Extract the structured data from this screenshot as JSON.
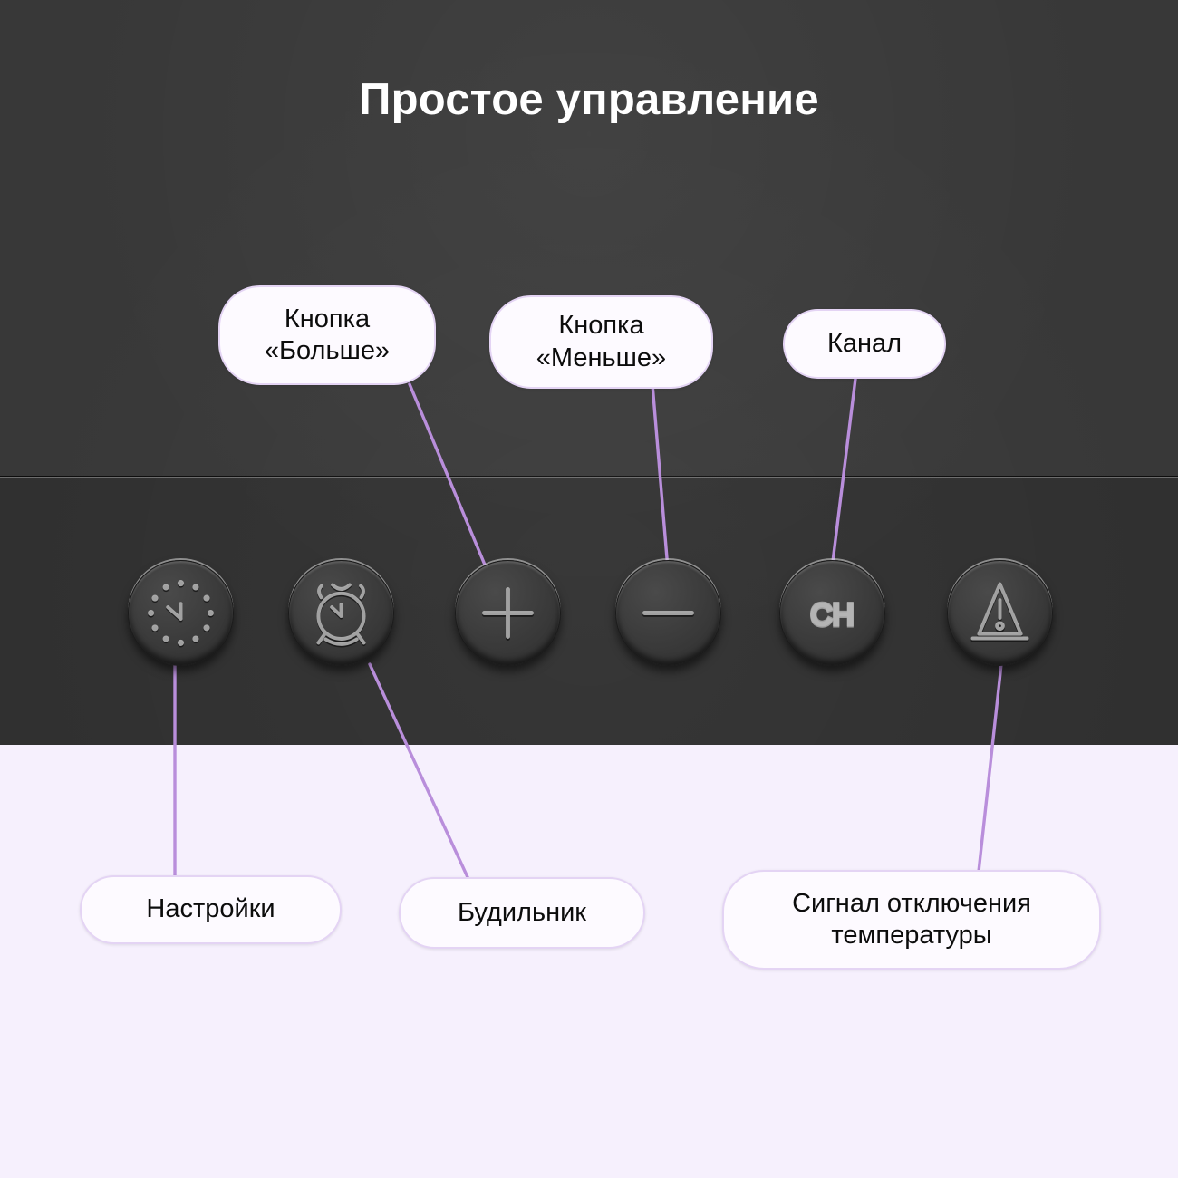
{
  "page": {
    "title": "Простое управление",
    "colors": {
      "panel_top": "#383838",
      "panel_bottom": "#303030",
      "background": "#f6f0fd",
      "connector": "#b98edb",
      "pill_fill": "#fdfaff",
      "pill_border": "#e4d4f4",
      "title_text": "#ffffff",
      "pill_text": "#0c0c0c"
    }
  },
  "callouts": {
    "plus": {
      "label": "Кнопка\n«Больше»"
    },
    "minus": {
      "label": "Кнопка\n«Меньше»"
    },
    "channel": {
      "label": "Канал"
    },
    "settings": {
      "label": "Настройки"
    },
    "alarm": {
      "label": "Будильник"
    },
    "temp_alert": {
      "label": "Сигнал отключения\nтемпературы"
    }
  },
  "buttons": [
    {
      "id": "settings",
      "icon": "clock-icon",
      "caption_ref": "settings"
    },
    {
      "id": "alarm",
      "icon": "alarm-clock-icon",
      "caption_ref": "alarm"
    },
    {
      "id": "plus",
      "icon": "plus-icon",
      "caption_ref": "plus"
    },
    {
      "id": "minus",
      "icon": "minus-icon",
      "caption_ref": "minus"
    },
    {
      "id": "channel",
      "icon": "ch-text-icon",
      "caption_ref": "channel",
      "glyph_text": "CH"
    },
    {
      "id": "temp_alert",
      "icon": "warning-triangle-icon",
      "caption_ref": "temp_alert"
    }
  ]
}
